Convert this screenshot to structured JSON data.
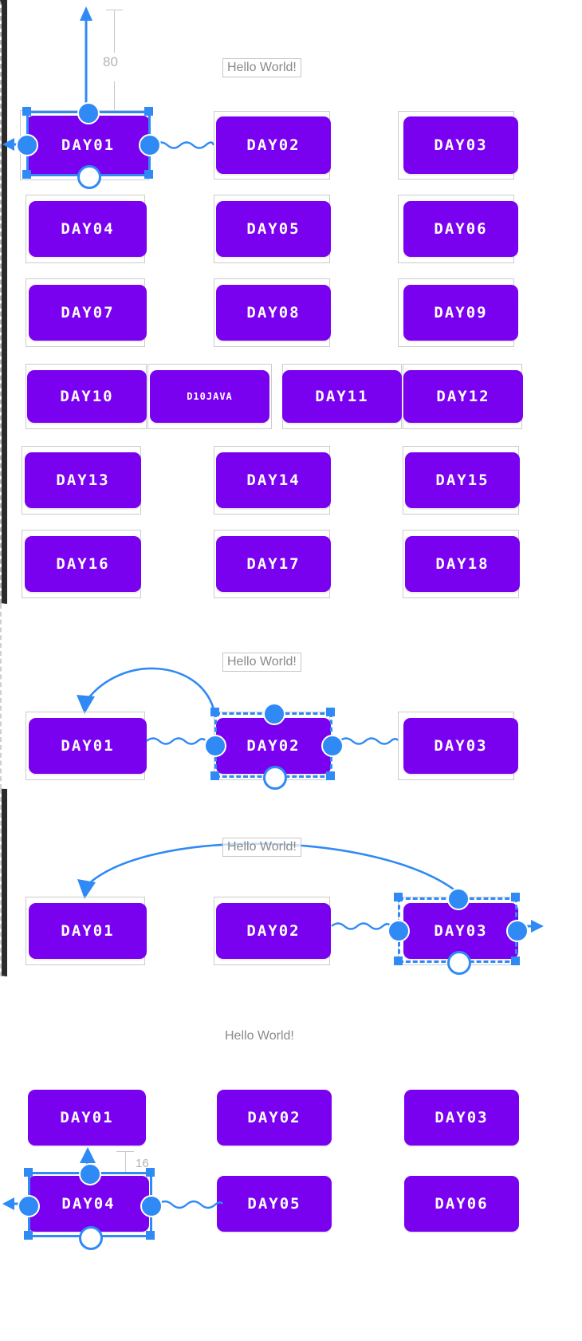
{
  "app": {
    "canvas_background": "#ffffff",
    "node_color": "#7a00f0",
    "selection_color": "#2f8af5",
    "frame_color": "#cccccc",
    "label_color": "#8a8a8a",
    "dimension_color": "#b3b3b3"
  },
  "panels": [
    {
      "id": "panel-grid",
      "hello_label": "Hello World!",
      "hello_boxed": true,
      "dimension": {
        "value": "80",
        "axis": "vertical"
      },
      "selected_node": "DAY01",
      "nodes": [
        "DAY01",
        "DAY02",
        "DAY03",
        "DAY04",
        "DAY05",
        "DAY06",
        "DAY07",
        "DAY08",
        "DAY09",
        "DAY10",
        "D10JAVA",
        "DAY11",
        "DAY12",
        "DAY13",
        "DAY14",
        "DAY15",
        "DAY16",
        "DAY17",
        "DAY18"
      ]
    },
    {
      "id": "panel-row-day02-selected",
      "hello_label": "Hello World!",
      "hello_boxed": true,
      "selected_node": "DAY02",
      "nodes": [
        "DAY01",
        "DAY02",
        "DAY03"
      ]
    },
    {
      "id": "panel-row-day03-selected",
      "hello_label": "Hello World!",
      "hello_boxed": true,
      "selected_node": "DAY03",
      "nodes": [
        "DAY01",
        "DAY02",
        "DAY03"
      ]
    },
    {
      "id": "panel-two-rows-day04-selected",
      "hello_label": "Hello World!",
      "hello_boxed": false,
      "dimension": {
        "value": "16",
        "axis": "vertical"
      },
      "selected_node": "DAY04",
      "nodes": [
        "DAY01",
        "DAY02",
        "DAY03",
        "DAY04",
        "DAY05",
        "DAY06"
      ]
    }
  ],
  "labels": {
    "grid": {
      "n0": "DAY01",
      "n1": "DAY02",
      "n2": "DAY03",
      "n3": "DAY04",
      "n4": "DAY05",
      "n5": "DAY06",
      "n6": "DAY07",
      "n7": "DAY08",
      "n8": "DAY09",
      "n9": "DAY10",
      "n10": "D10JAVA",
      "n11": "DAY11",
      "n12": "DAY12",
      "n13": "DAY13",
      "n14": "DAY14",
      "n15": "DAY15",
      "n16": "DAY16",
      "n17": "DAY17",
      "n18": "DAY18",
      "hello": "Hello World!",
      "dim80": "80"
    },
    "row2": {
      "n0": "DAY01",
      "n1": "DAY02",
      "n2": "DAY03",
      "hello": "Hello World!"
    },
    "row3": {
      "n0": "DAY01",
      "n1": "DAY02",
      "n2": "DAY03",
      "hello": "Hello World!"
    },
    "row4": {
      "n0": "DAY01",
      "n1": "DAY02",
      "n2": "DAY03",
      "n3": "DAY04",
      "n4": "DAY05",
      "n5": "DAY06",
      "hello": "Hello World!",
      "dim16": "16"
    }
  }
}
